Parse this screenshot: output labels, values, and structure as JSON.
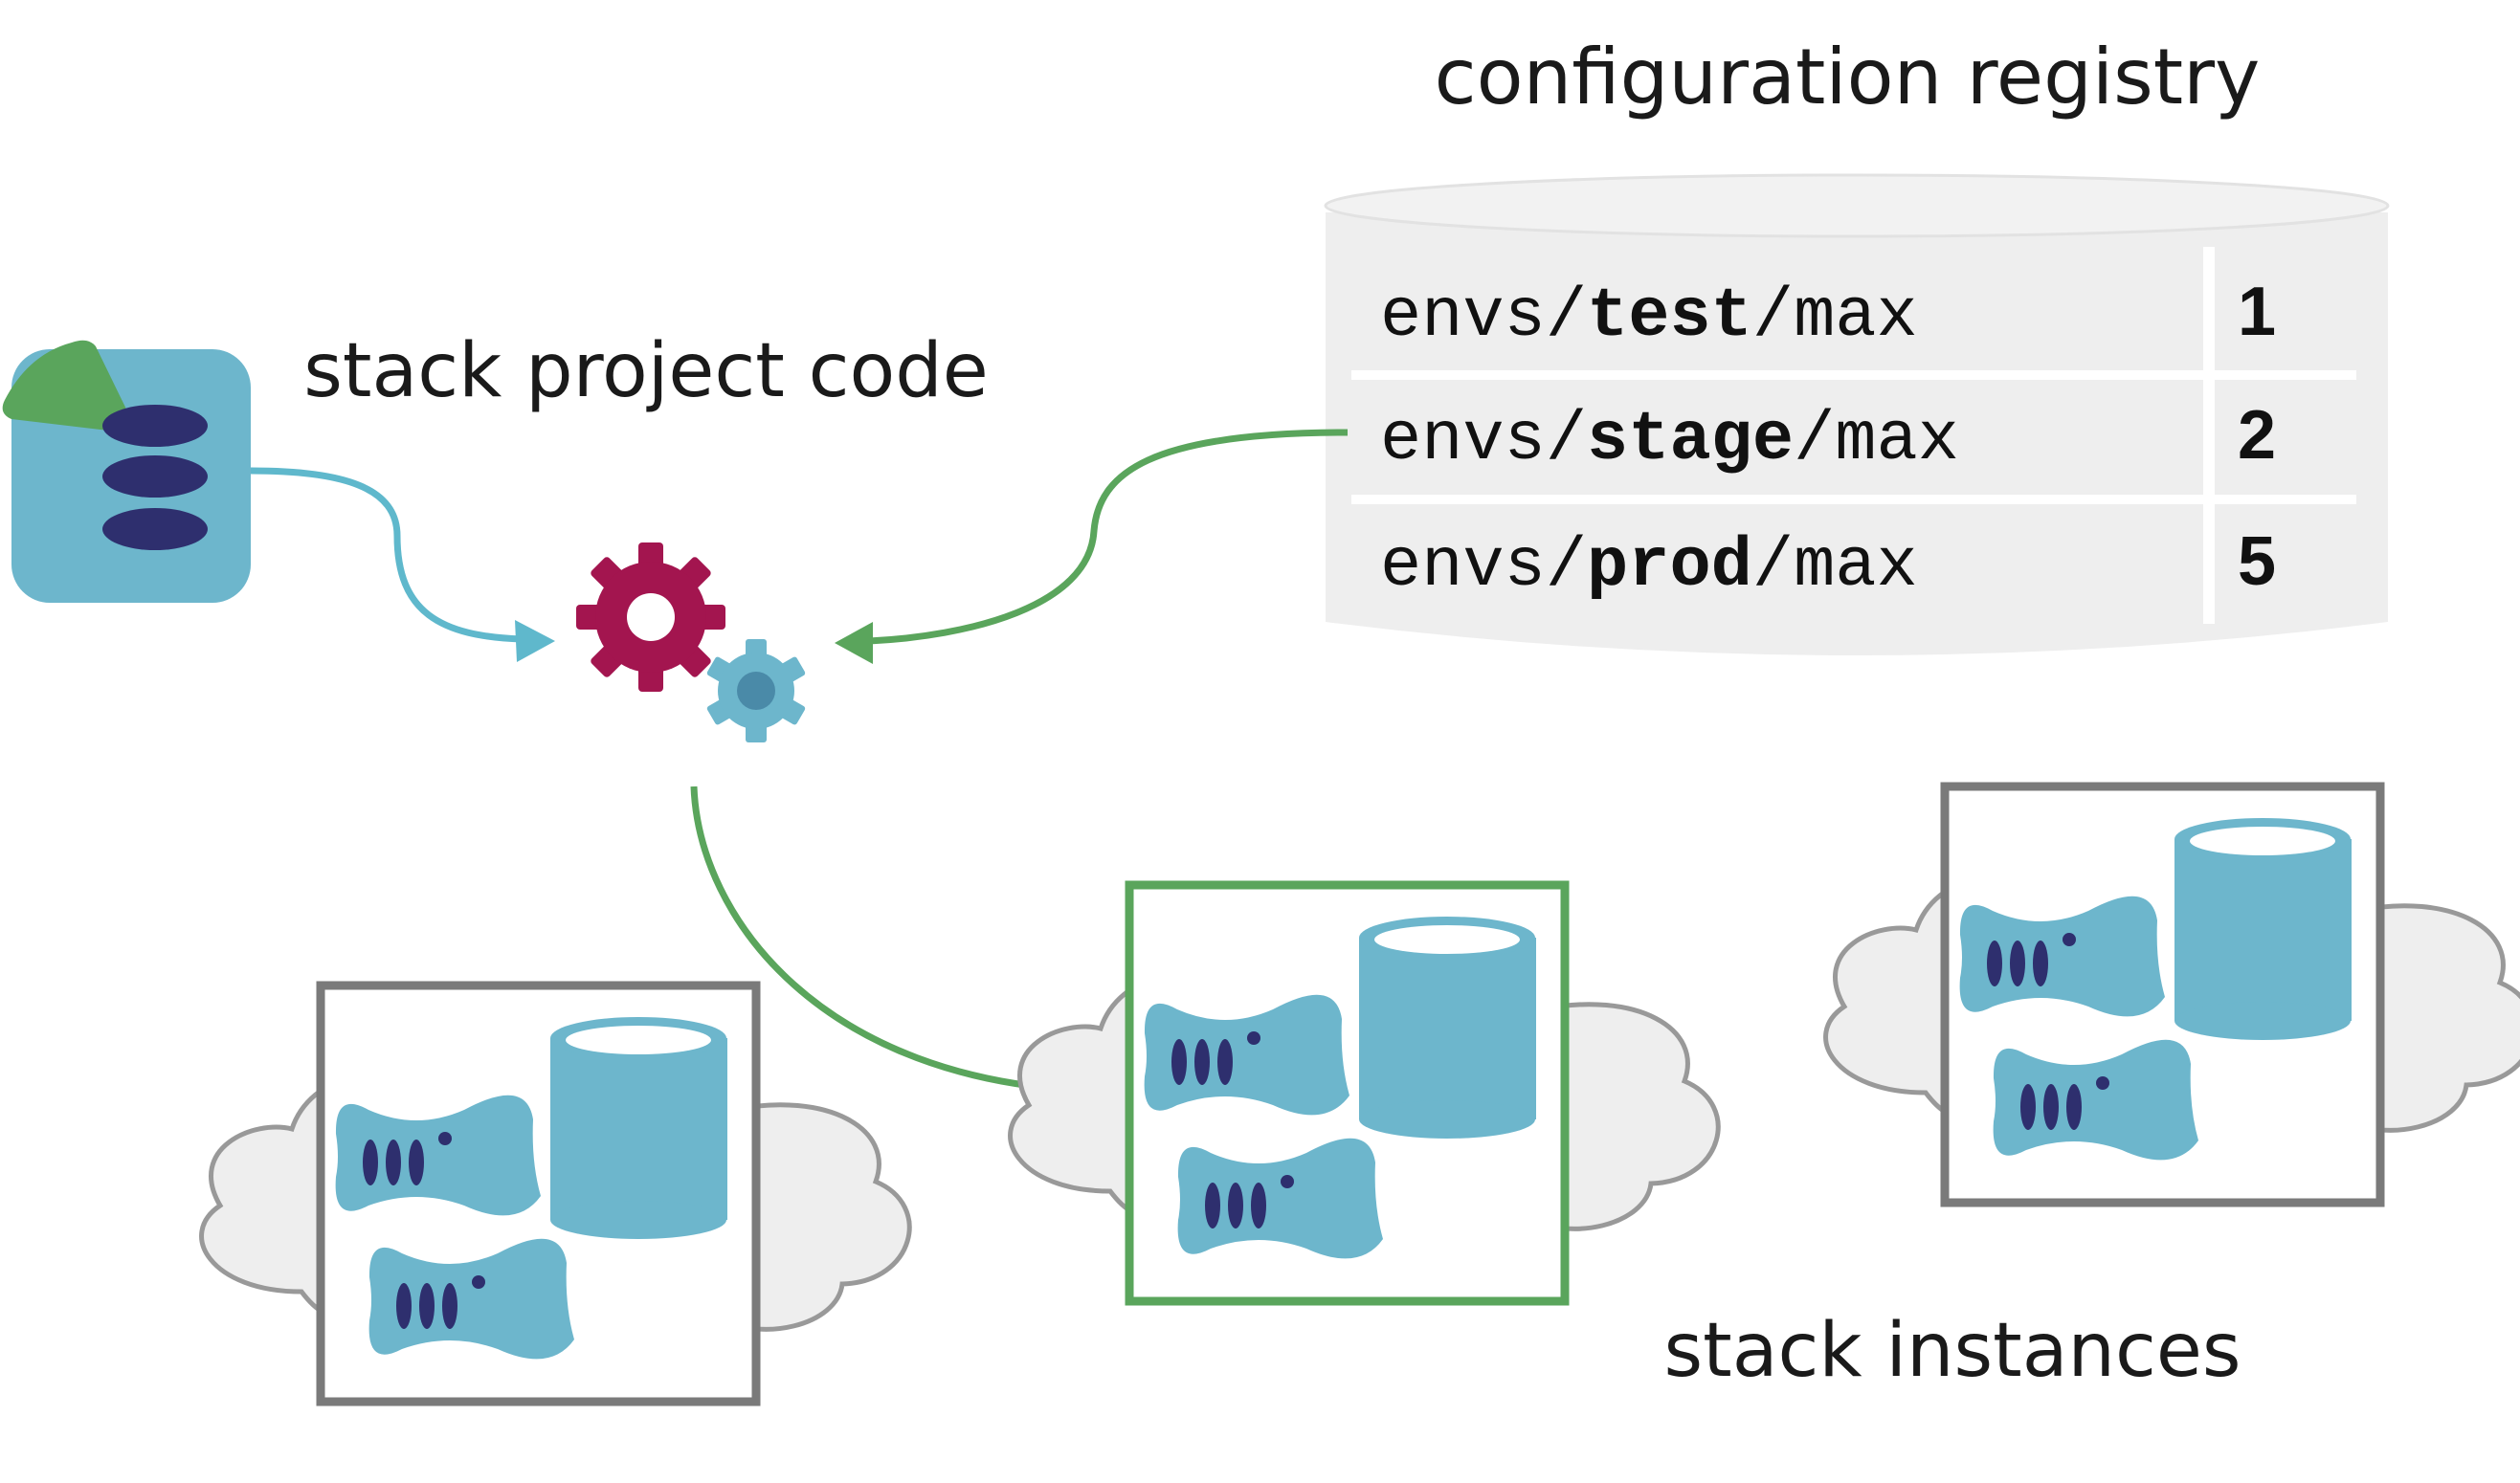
{
  "labels": {
    "registry_title": "configuration registry",
    "code_title": "stack project code",
    "instances_title": "stack instances"
  },
  "registry": {
    "rows": [
      {
        "prefix": "envs/",
        "env": "test",
        "suffix": "/max",
        "value": "1"
      },
      {
        "prefix": "envs/",
        "env": "stage",
        "suffix": "/max",
        "value": "2"
      },
      {
        "prefix": "envs/",
        "env": "prod",
        "suffix": "/max",
        "value": "5"
      }
    ]
  },
  "colors": {
    "teal": "#6db6cc",
    "navy": "#2e2f6e",
    "gear_crimson": "#a3154f",
    "green": "#5aa55c",
    "frame_gray": "#7a7a7a",
    "cloud_fill": "#eeeeee",
    "cloud_stroke": "#999999",
    "registry_fill": "#eeeeee"
  },
  "instances": [
    {
      "highlighted": false
    },
    {
      "highlighted": true
    },
    {
      "highlighted": false
    }
  ]
}
